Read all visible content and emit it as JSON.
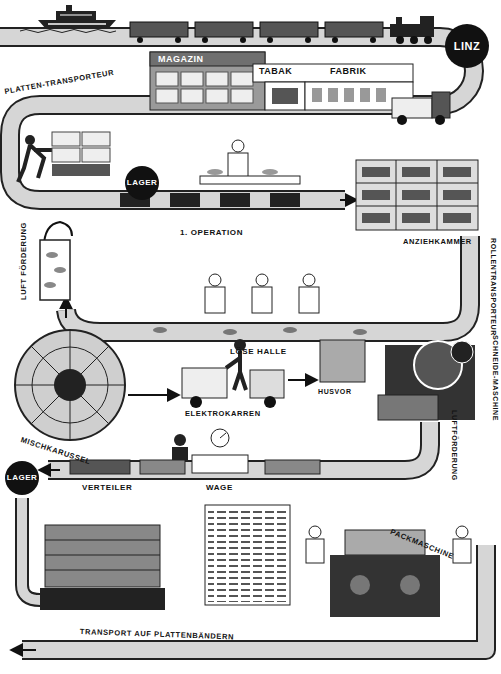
{
  "diagram": {
    "nodes": [
      {
        "text": [
          "LINZ"
        ]
      },
      {
        "text": [
          "MAGAZIN",
          "TABAK",
          "FABRIK"
        ]
      },
      {
        "text": [
          "LAGER"
        ]
      },
      {
        "text": [
          "LAGER"
        ]
      }
    ],
    "labels": [
      "PLATTEN-TRANSPORTEUR",
      "1. OPERATION",
      "ANZIEHKAMMER",
      "ROLLENTRANSPORTEUR",
      "LUFT FÖRDERUNG",
      "LÖSE HALLE",
      "MISCHKARUSSEL",
      "ELEKTROKARREN",
      "HUSVOR",
      "SCHNEIDE-MASCHINE",
      "LUFTFÖRDERUNG",
      "VERTEILER",
      "WAGE",
      "PACKMASCHINE",
      "TRANSPORT AUF PLATTENBÄNDERN"
    ]
  }
}
